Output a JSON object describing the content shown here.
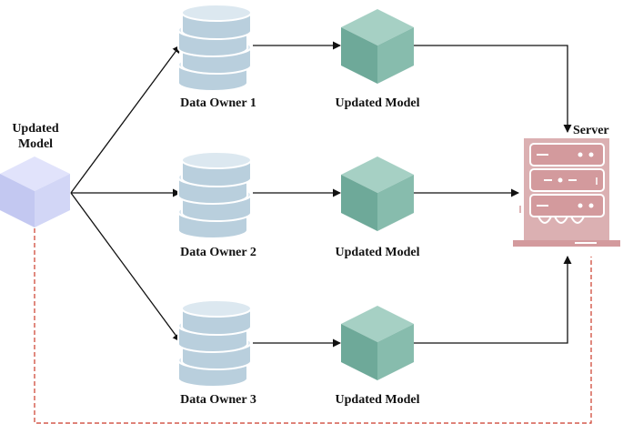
{
  "labels": {
    "left_model": "Updated Model",
    "data_owner_1": "Data Owner 1",
    "data_owner_2": "Data Owner 2",
    "data_owner_3": "Data Owner 3",
    "updated_model_1": "Updated Model",
    "updated_model_2": "Updated Model",
    "updated_model_3": "Updated Model",
    "server": "Server"
  },
  "colors": {
    "global_model_cube": "#c9cdf3",
    "local_model_cube": "#7fb5a6",
    "database": "#a7c2d4",
    "server": "#d9aaac",
    "arrow": "#111111",
    "feedback_line": "#cc3b2a"
  },
  "icons": {
    "global_model": "cube-icon",
    "data_owner": "database-icon",
    "local_model": "cube-icon",
    "server": "server-icon"
  }
}
